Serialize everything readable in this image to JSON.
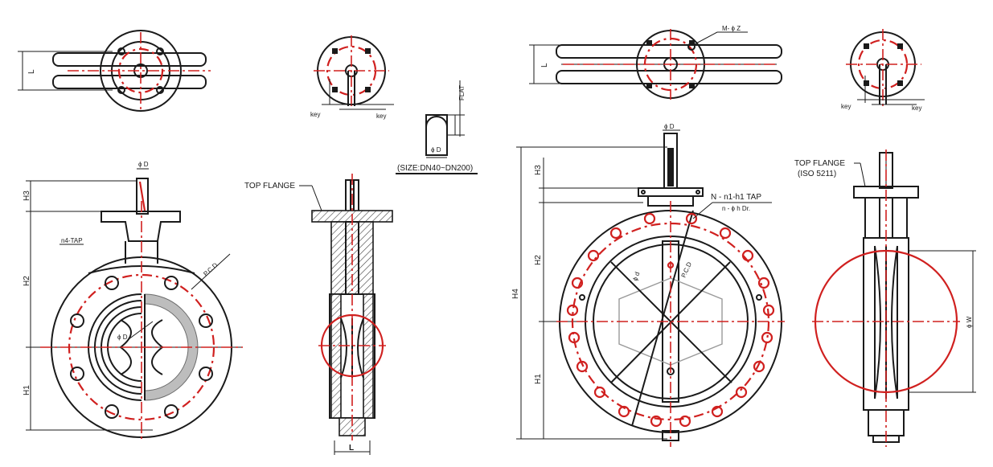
{
  "labels": {
    "key_left_1": "key",
    "key_left_2": "key",
    "key_right_1": "key",
    "key_right_2": "key",
    "flat": "FLAT",
    "dia_d_small": "ϕ D",
    "size_range": "(SIZE:DN40~DN200)",
    "top_flange_mid": "TOP FLANGE",
    "top_flange_right_1": "TOP FLANGE",
    "top_flange_right_2": "(ISO 5211)",
    "m_phi_z": "M- ϕ Z",
    "phi_d_1": "ϕ D",
    "phi_d_2": "ϕ D",
    "pcd_1": "P.C.D",
    "pcd_2": "P.C.D",
    "phi_d_inner_1": "ϕ D",
    "phi_d_inner_2": "ϕ d",
    "tap_small": "n4-TAP",
    "n_tap_1": "N - n1-h1 TAP",
    "n_tap_2": "n - ϕ h Dr.",
    "phi_w": "ϕ W",
    "L_1": "L",
    "L_2": "L",
    "L_3": "L",
    "H1_a": "H1",
    "H2_a": "H2",
    "H3_a": "H3",
    "H1_b": "H1",
    "H2_b": "H2",
    "H3_b": "H3",
    "H4_b": "H4"
  },
  "colors": {
    "line": "#1a1a1a",
    "accent_red": "#d0201f",
    "gray": "#9a9a9a"
  }
}
